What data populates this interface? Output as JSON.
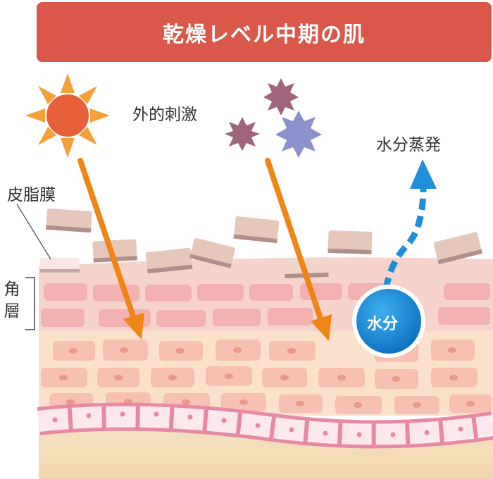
{
  "title": "乾燥レベル中期の肌",
  "labels": {
    "external_stimulus": "外的刺激",
    "moisture_evaporation": "水分蒸発",
    "sebum_film": "皮脂膜",
    "stratum_corneum_char1": "角",
    "stratum_corneum_char2": "層",
    "moisture_bubble": "水分"
  },
  "colors": {
    "title_bar": "#d9584a",
    "arrow": "#ef8515",
    "sun": "#e8603a",
    "irritant_brown": "#a0657d",
    "irritant_blue": "#8c91cc",
    "moisture_blue": "#1f8fd8",
    "sebum_chip": "#e2c4b8",
    "skin_pink": "#f6cfc8"
  }
}
